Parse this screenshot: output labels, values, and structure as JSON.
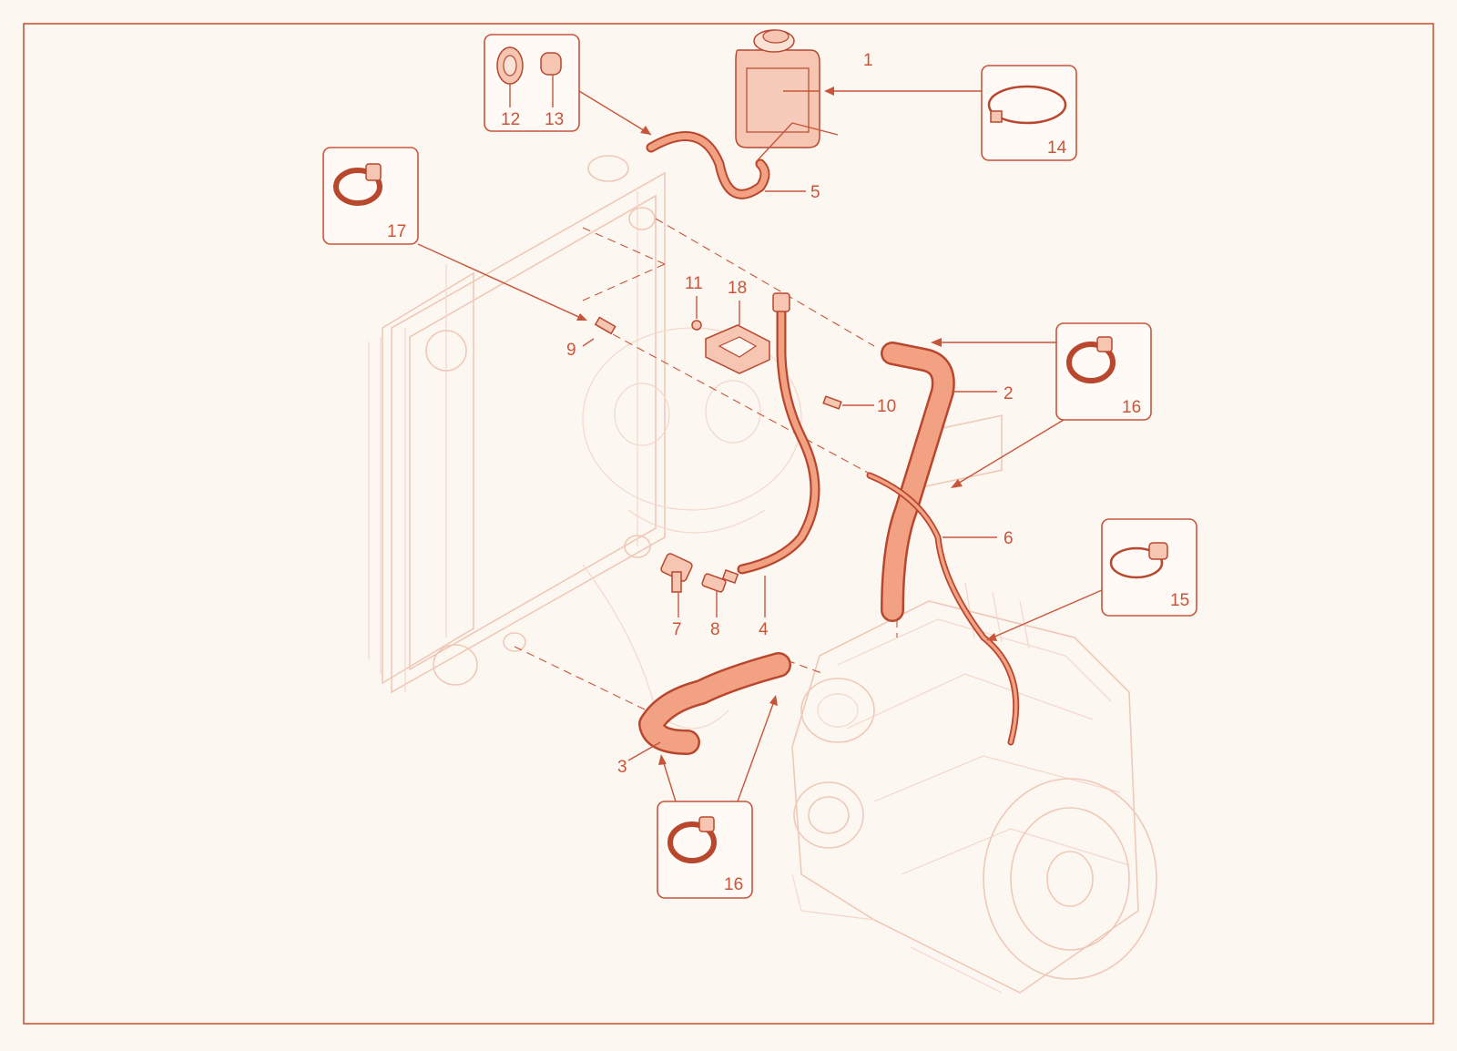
{
  "diagram": {
    "colors": {
      "accent": "#c8553a",
      "hose_fill": "#f2a283",
      "background": "#fdf7f2",
      "ghost_line": "#efc9b8"
    },
    "part_labels": {
      "p1": "1",
      "p2": "2",
      "p3": "3",
      "p4": "4",
      "p5": "5",
      "p6": "6",
      "p7": "7",
      "p8": "8",
      "p9": "9",
      "p10": "10",
      "p11": "11",
      "p14": "14",
      "p15": "15",
      "p16a": "16",
      "p16b": "16",
      "p17": "17",
      "p18": "18",
      "p12": "12",
      "p13": "13"
    }
  }
}
